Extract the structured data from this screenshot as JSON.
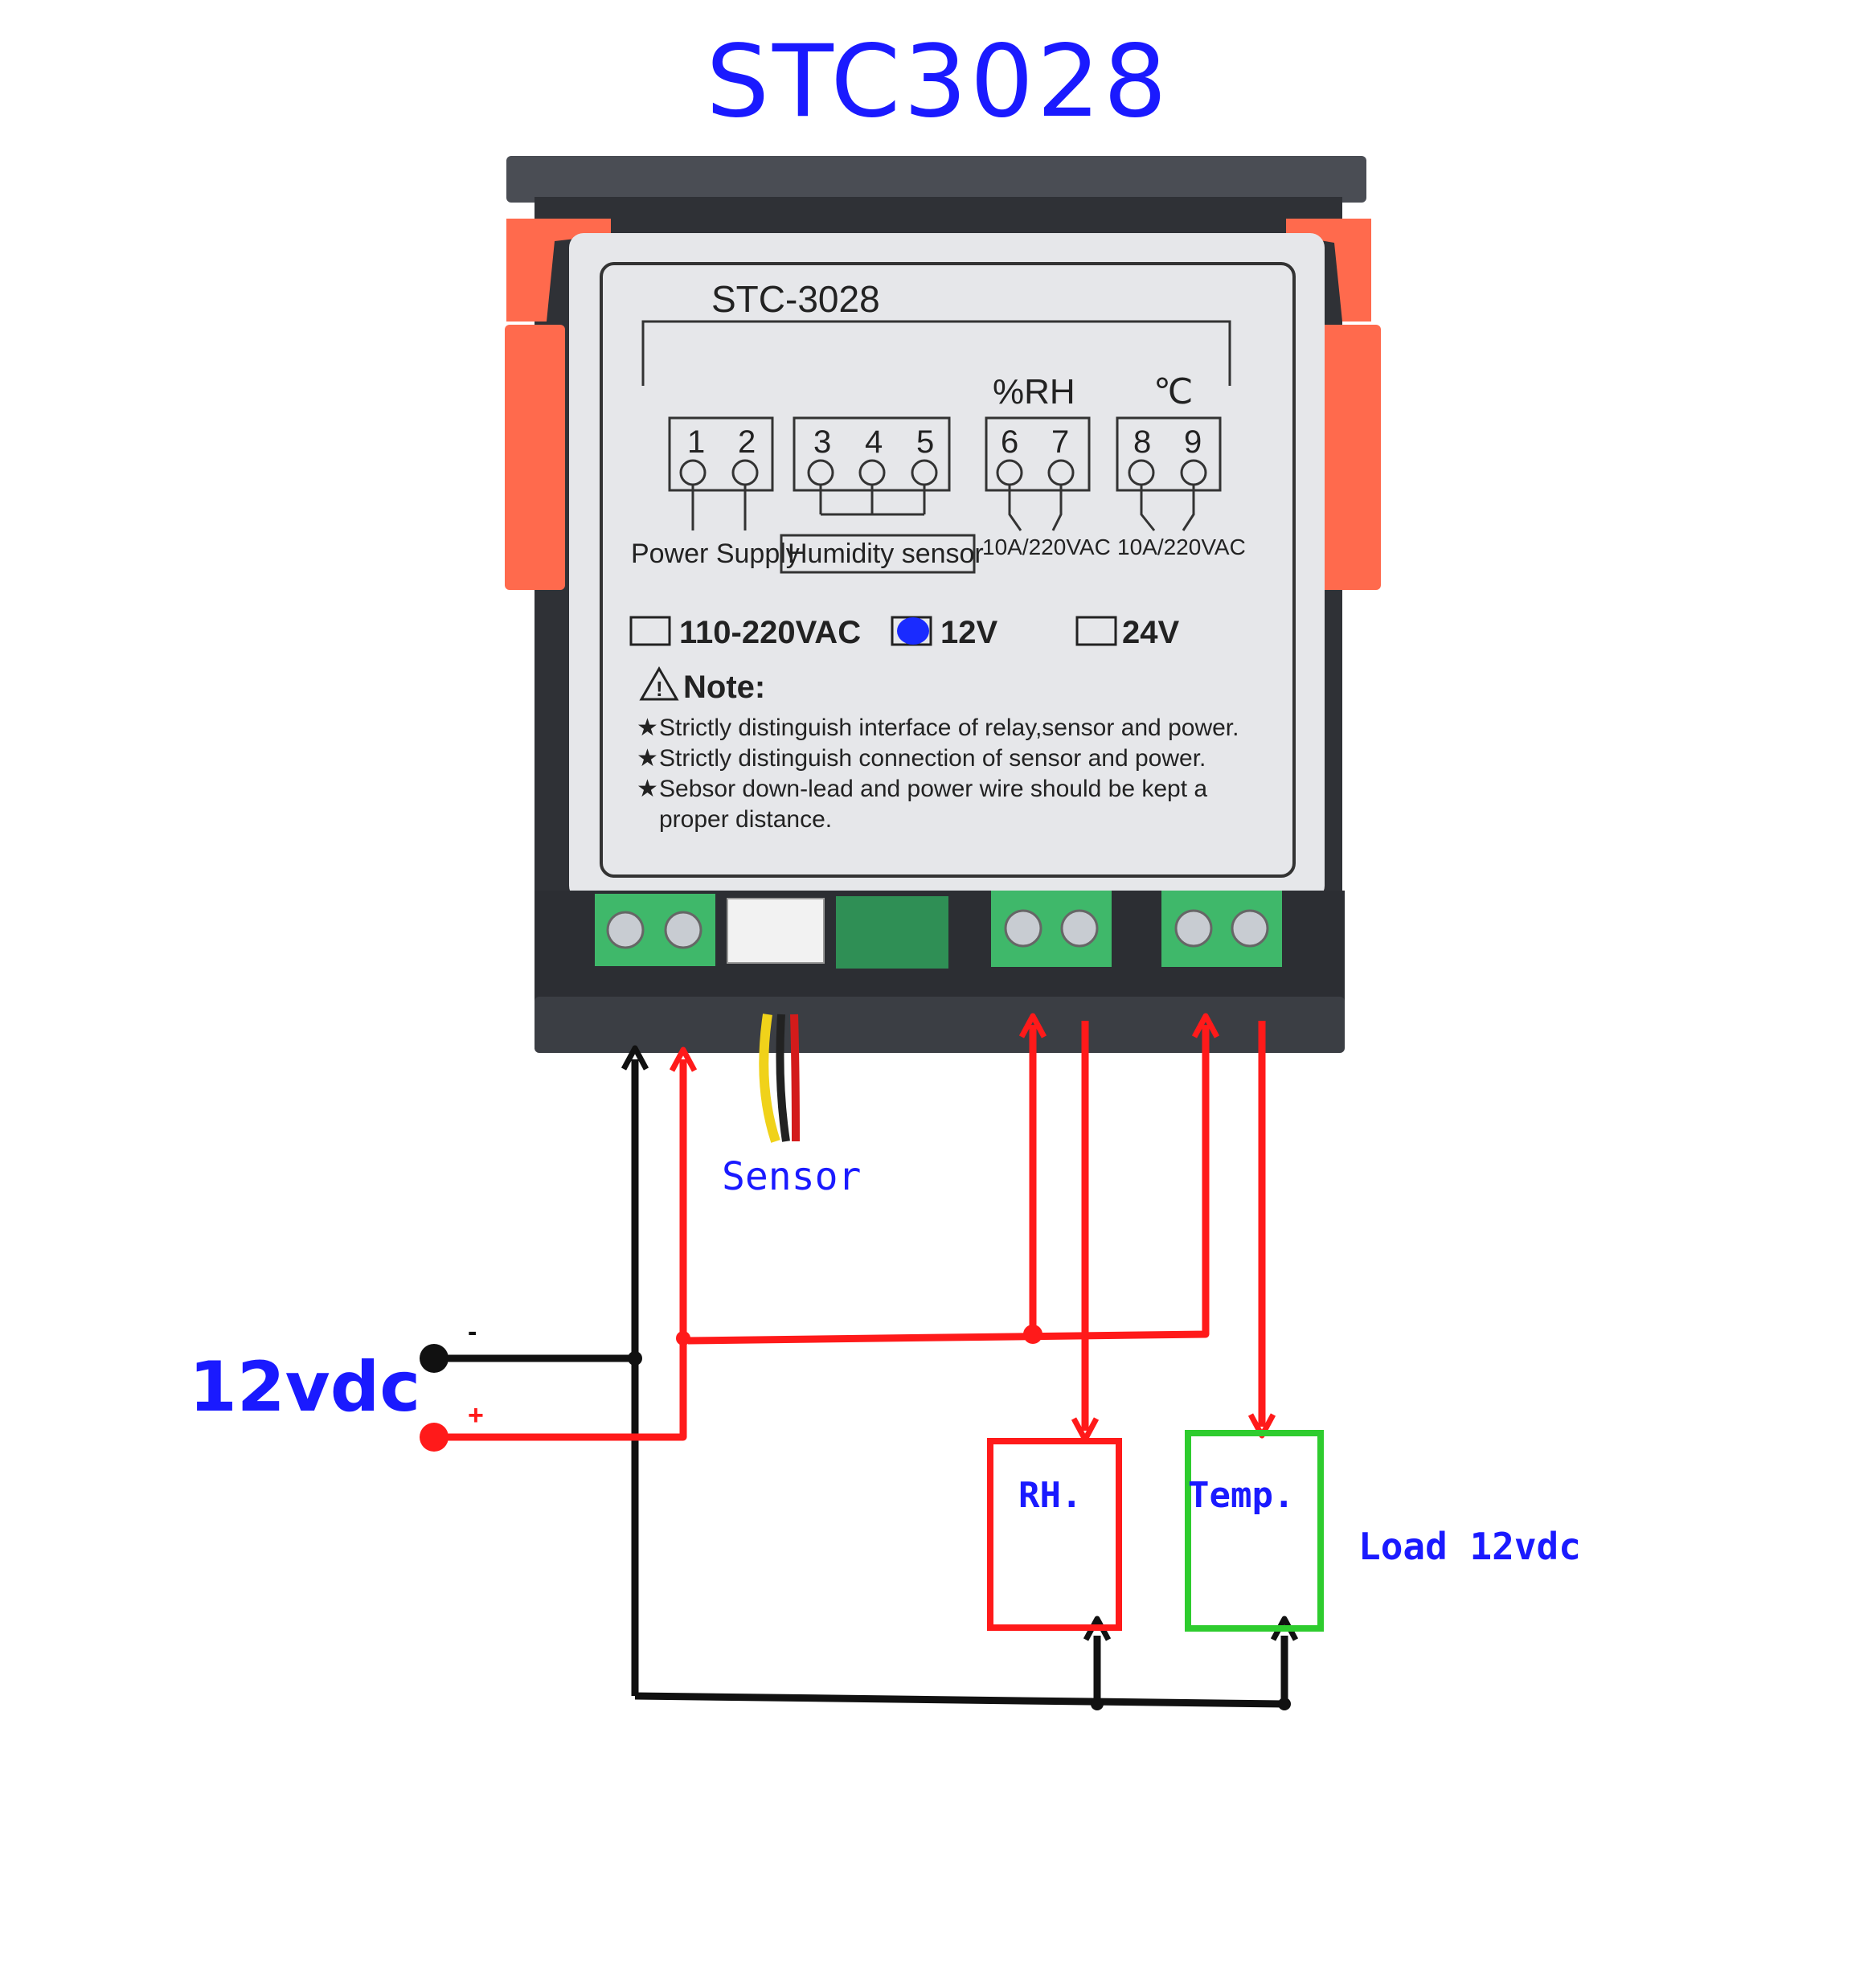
{
  "title": "STC3028",
  "device": {
    "model": "STC-3028",
    "rh_header": "%RH",
    "temp_header": "℃",
    "terminals": [
      "1",
      "2",
      "3",
      "4",
      "5",
      "6",
      "7",
      "8",
      "9"
    ],
    "power_supply_label": "Power Supply",
    "humidity_sensor_label": "Humidity sensor",
    "relay_rating_rh": "10A/220VAC",
    "relay_rating_temp": "10A/220VAC",
    "voltage_options": [
      {
        "label": "110-220VAC",
        "checked": false
      },
      {
        "label": "12V",
        "checked": true
      },
      {
        "label": "24V",
        "checked": false
      }
    ],
    "note_title": "Note:",
    "notes": [
      "Strictly distinguish interface of relay,sensor and power.",
      "Strictly distinguish connection of sensor and power.",
      "Sebsor down-lead and power wire should be kept a",
      "proper distance."
    ]
  },
  "labels": {
    "sensor": "Sensor",
    "supply": "12vdc",
    "minus": "-",
    "plus": "+",
    "load_rh": "RH.",
    "load_temp": "Temp.",
    "load_caption": "Load 12vdc"
  },
  "colors": {
    "wire_positive": "#ff1a1a",
    "wire_negative": "#111111",
    "label_blue": "#1a1aff",
    "load_rh_border": "#ff1a1a",
    "load_temp_border": "#2ecc2e",
    "clip_orange": "#ff6a4d",
    "terminal_green": "#3fb86a",
    "plate_gray": "#e6e7ea"
  }
}
